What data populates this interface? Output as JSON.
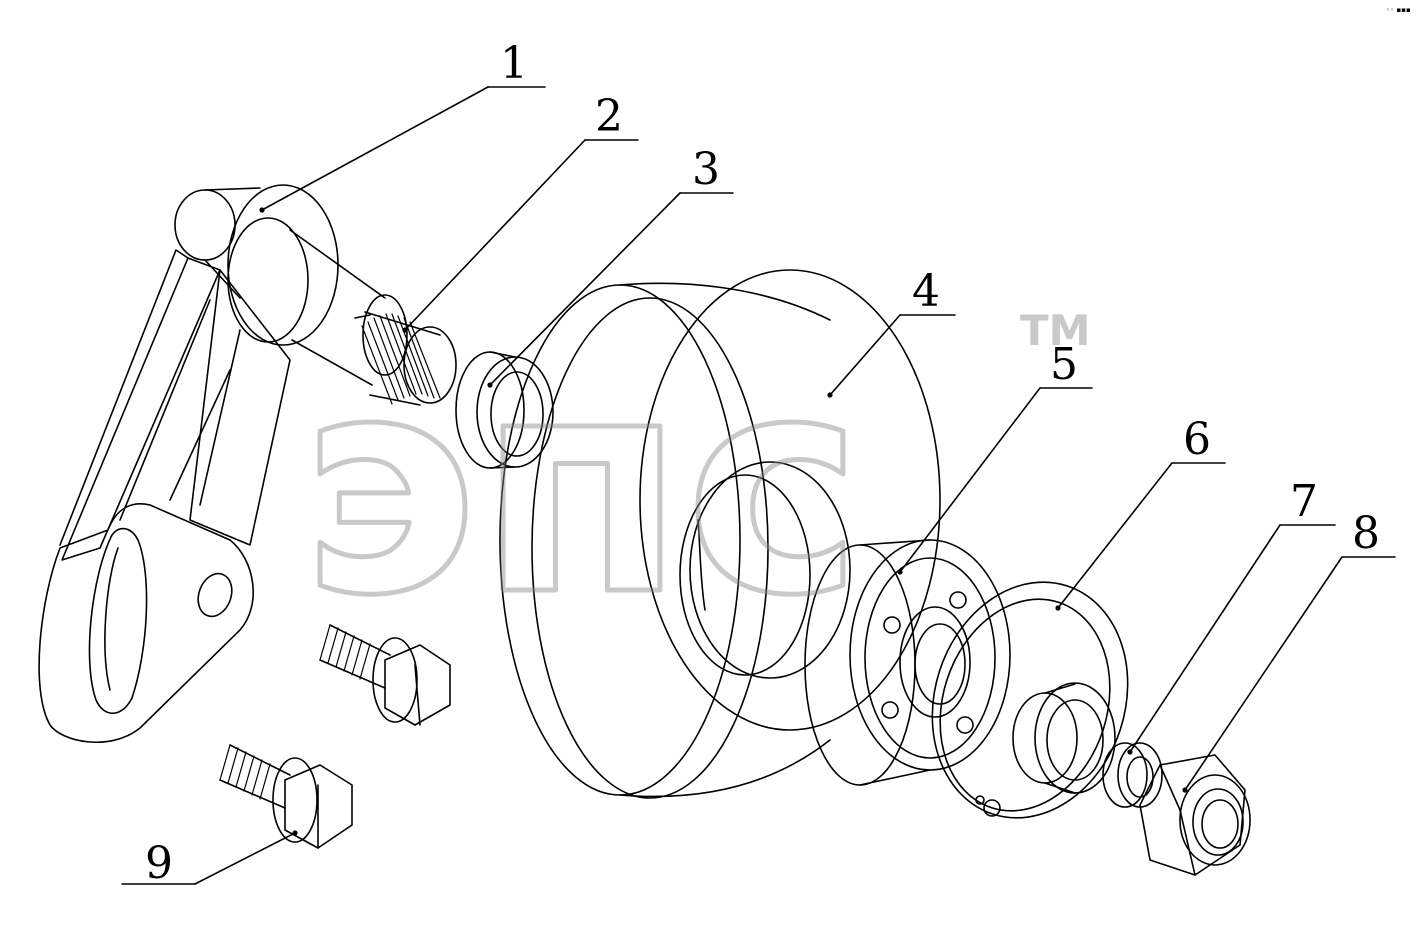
{
  "diagram": {
    "callouts": [
      {
        "id": "1",
        "label": "1"
      },
      {
        "id": "2",
        "label": "2"
      },
      {
        "id": "3",
        "label": "3"
      },
      {
        "id": "4",
        "label": "4"
      },
      {
        "id": "5",
        "label": "5"
      },
      {
        "id": "6",
        "label": "6"
      },
      {
        "id": "7",
        "label": "7"
      },
      {
        "id": "8",
        "label": "8"
      },
      {
        "id": "9",
        "label": "9"
      }
    ],
    "watermark": {
      "text": "эпс",
      "trademark": "TM"
    },
    "corner_mark": "◦◦ ▪▪▪",
    "colors": {
      "line": "#000000",
      "watermark": "#8a8a8a",
      "background": "#ffffff"
    }
  }
}
